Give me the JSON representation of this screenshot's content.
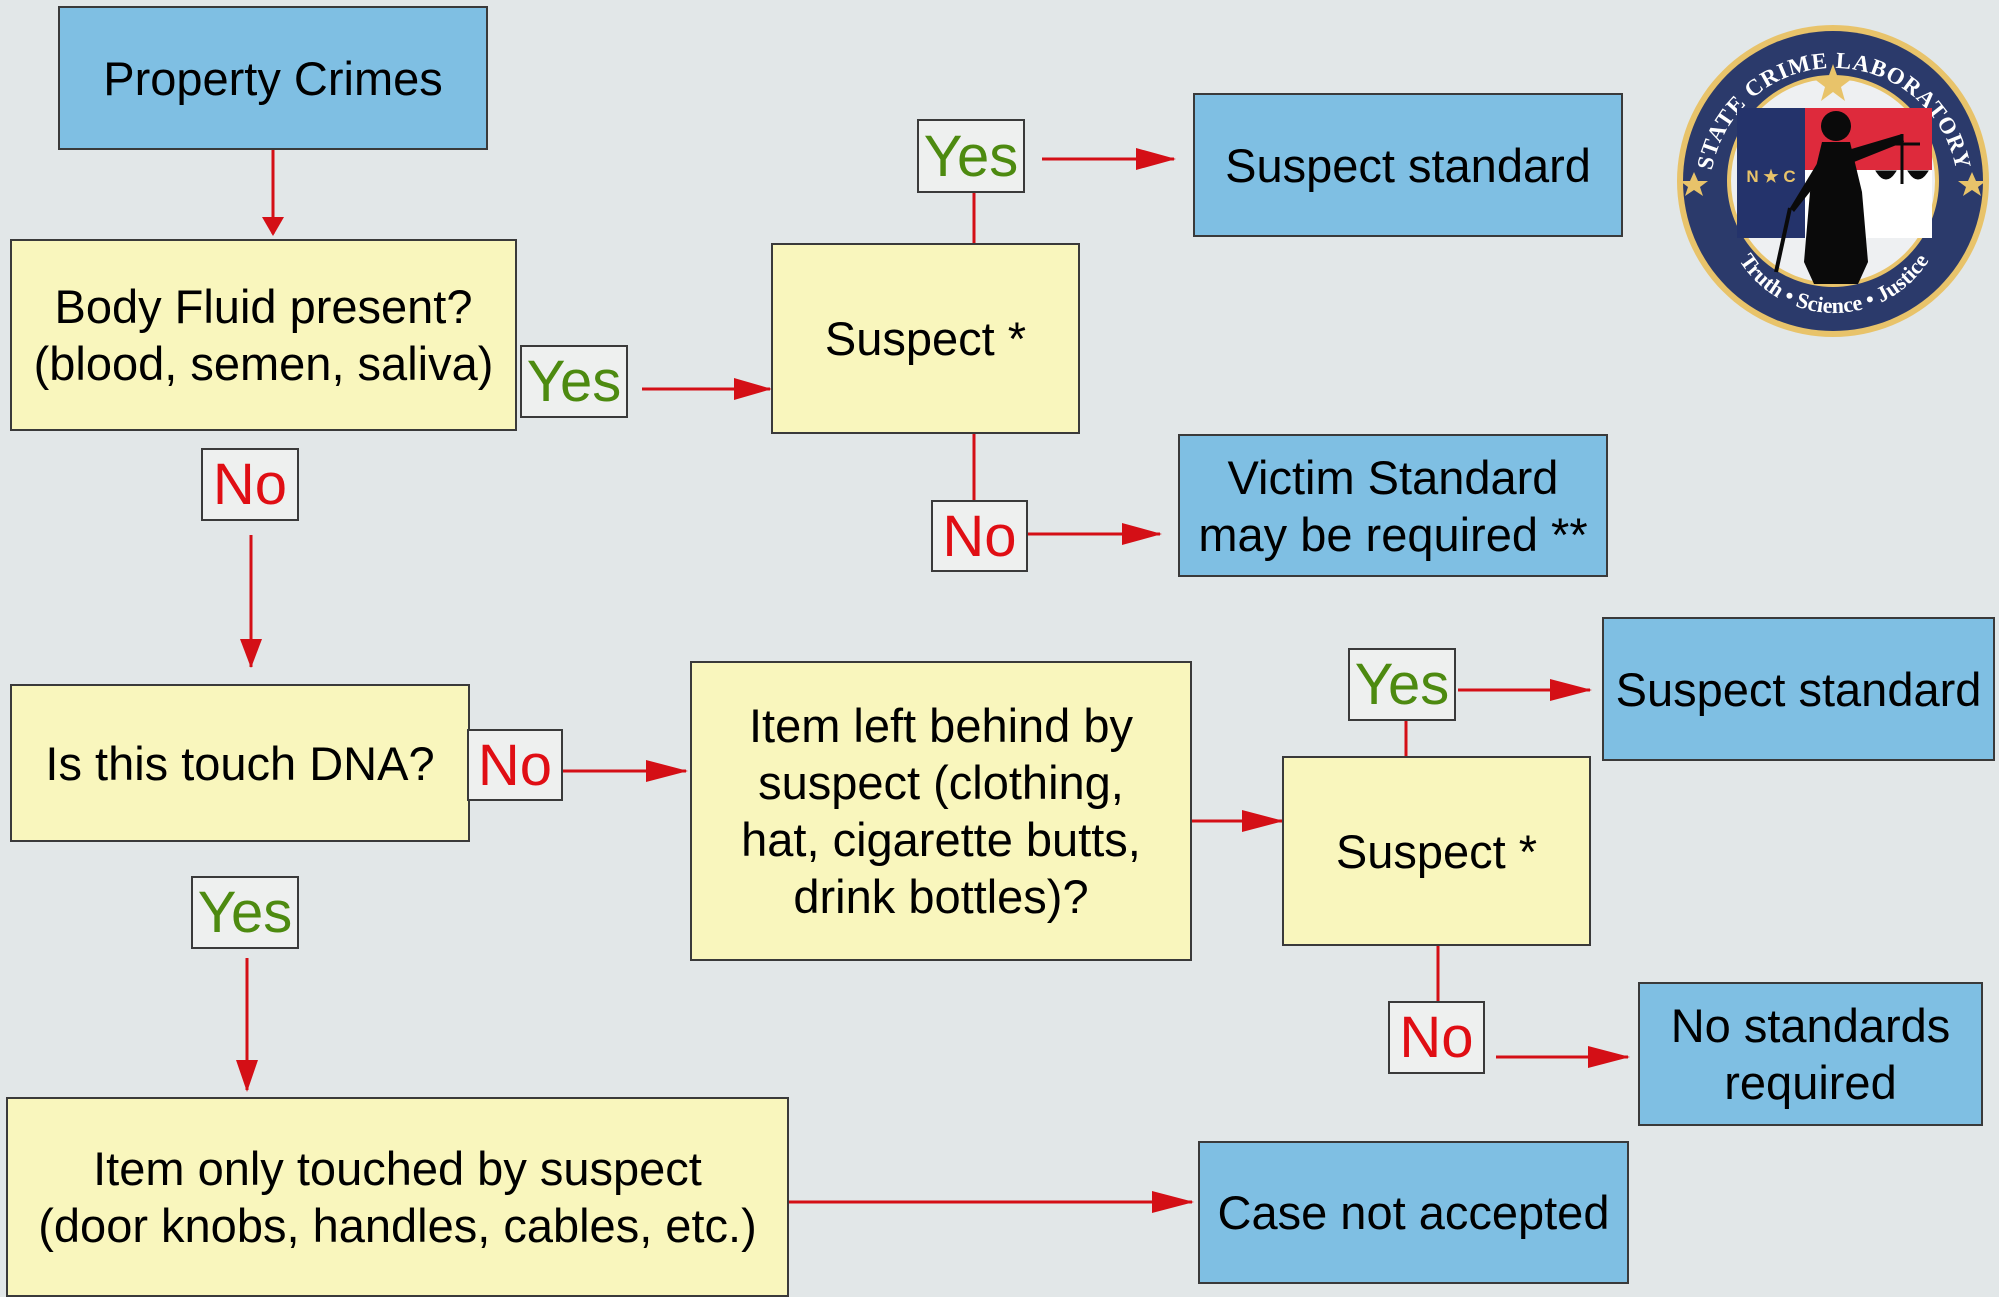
{
  "nodes": {
    "property_crimes": "Property Crimes",
    "body_fluid": "Body Fluid present?\n(blood, semen, saliva)",
    "suspect_1": "Suspect *",
    "suspect_standard_1": "Suspect standard",
    "victim_standard": "Victim Standard\nmay be required **",
    "touch_dna": "Is this touch DNA?",
    "item_left_behind": "Item left behind by\nsuspect (clothing,\nhat, cigarette butts,\ndrink bottles)?",
    "suspect_2": "Suspect *",
    "suspect_standard_2": "Suspect standard",
    "no_standards": "No standards\nrequired",
    "item_touched": "Item only touched by suspect\n(door knobs, handles, cables, etc.)",
    "case_not_accepted": "Case not accepted"
  },
  "labels": {
    "yes": "Yes",
    "no": "No"
  },
  "logo": {
    "top_text": "STATE CRIME LABORATORY",
    "bottom_text": "Truth • Science • Justice",
    "seal_text": "N ★ C"
  },
  "colors": {
    "question_fill": "#f9f6bd",
    "result_fill": "#7fbfe3",
    "arrow": "#d40f16",
    "yes_text": "#4d8a10",
    "no_text": "#e00e14"
  }
}
